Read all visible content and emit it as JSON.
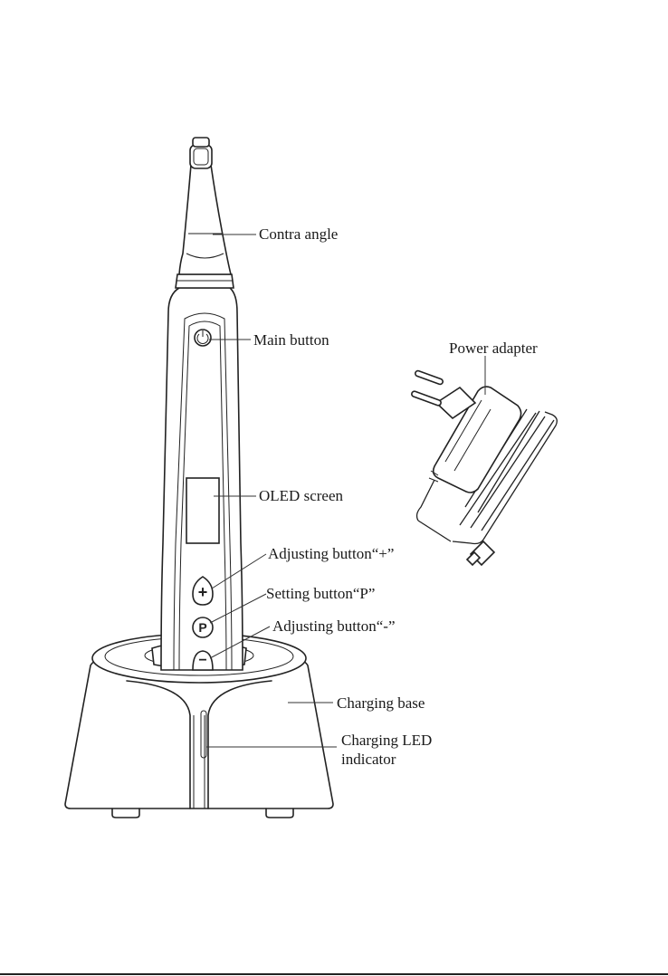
{
  "labels": {
    "contra_angle": "Contra angle",
    "main_button": "Main button",
    "power_adapter": "Power adapter",
    "oled_screen": "OLED screen",
    "adjusting_plus": "Adjusting button“+”",
    "setting_p": "Setting button“P”",
    "adjusting_minus": "Adjusting button“-”",
    "charging_base": "Charging base",
    "charging_led_line1": "Charging LED",
    "charging_led_line2": "indicator"
  },
  "button_glyphs": {
    "plus": "+",
    "p": "P",
    "minus": "−"
  },
  "colors": {
    "line": "#222222",
    "background": "#ffffff"
  }
}
